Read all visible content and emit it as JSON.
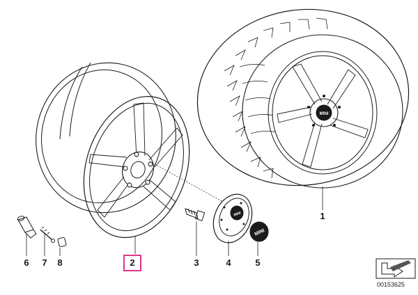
{
  "diagram": {
    "callouts": [
      {
        "id": "1",
        "label": "1"
      },
      {
        "id": "2",
        "label": "2",
        "highlighted": true
      },
      {
        "id": "3",
        "label": "3"
      },
      {
        "id": "4",
        "label": "4"
      },
      {
        "id": "5",
        "label": "5"
      },
      {
        "id": "6",
        "label": "6"
      },
      {
        "id": "7",
        "label": "7"
      },
      {
        "id": "8",
        "label": "8"
      }
    ],
    "logo_text": "MINI",
    "reference_number": "00153625",
    "highlight_color": "#e0368a",
    "line_color": "#1a1a1a"
  }
}
